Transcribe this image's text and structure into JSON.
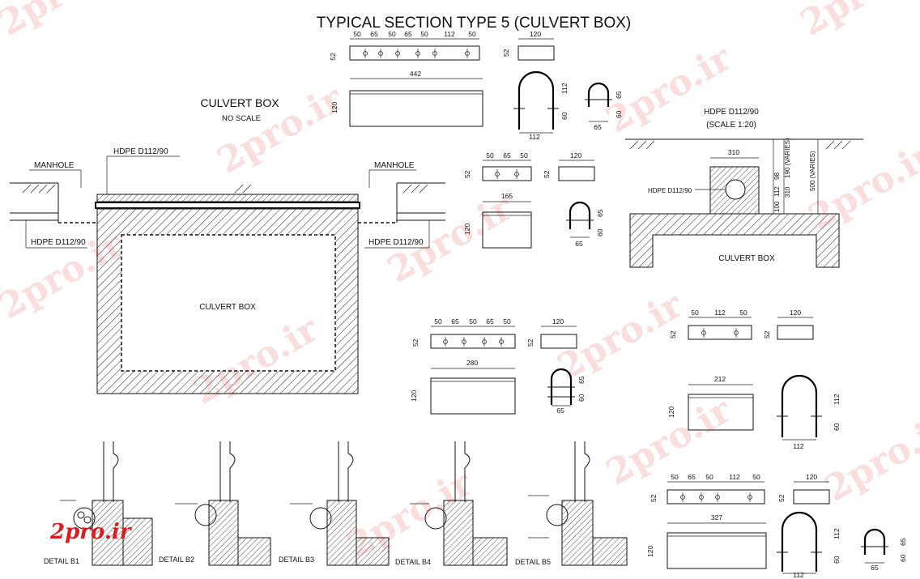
{
  "title": "TYPICAL SECTION TYPE 5 (CULVERT BOX)",
  "main_view": {
    "heading": "CULVERT BOX",
    "subheading": "NO SCALE",
    "hdpe_top": "HDPE D112/90",
    "manhole_left": "MANHOLE",
    "manhole_right": "MANHOLE",
    "hdpe_left": "HDPE D112/90",
    "hdpe_right": "HDPE D112/90",
    "inner_label": "CULVERT BOX"
  },
  "section_view": {
    "hdpe_title": "HDPE D112/90",
    "scale": "(SCALE 1:20)",
    "width_dim": "310",
    "pipe_label": "HDPE D112/90",
    "vertical_dims": [
      "100",
      "112",
      "98",
      "310",
      "190 (VARIES)",
      "500 (VARIES)"
    ],
    "label": "CULVERT BOX"
  },
  "details": [
    {
      "label": "DETAIL B1"
    },
    {
      "label": "DETAIL B2"
    },
    {
      "label": "DETAIL B3"
    },
    {
      "label": "DETAIL B4"
    },
    {
      "label": "DETAIL B5"
    }
  ],
  "dims": {
    "d50": "50",
    "d65": "65",
    "d112": "112",
    "d52": "52",
    "d120": "120",
    "d60": "60",
    "d442": "442",
    "d165": "165",
    "d280": "280",
    "d212": "212",
    "d327": "327"
  },
  "logo": "2pro.ir",
  "watermark": "2pro.ir"
}
